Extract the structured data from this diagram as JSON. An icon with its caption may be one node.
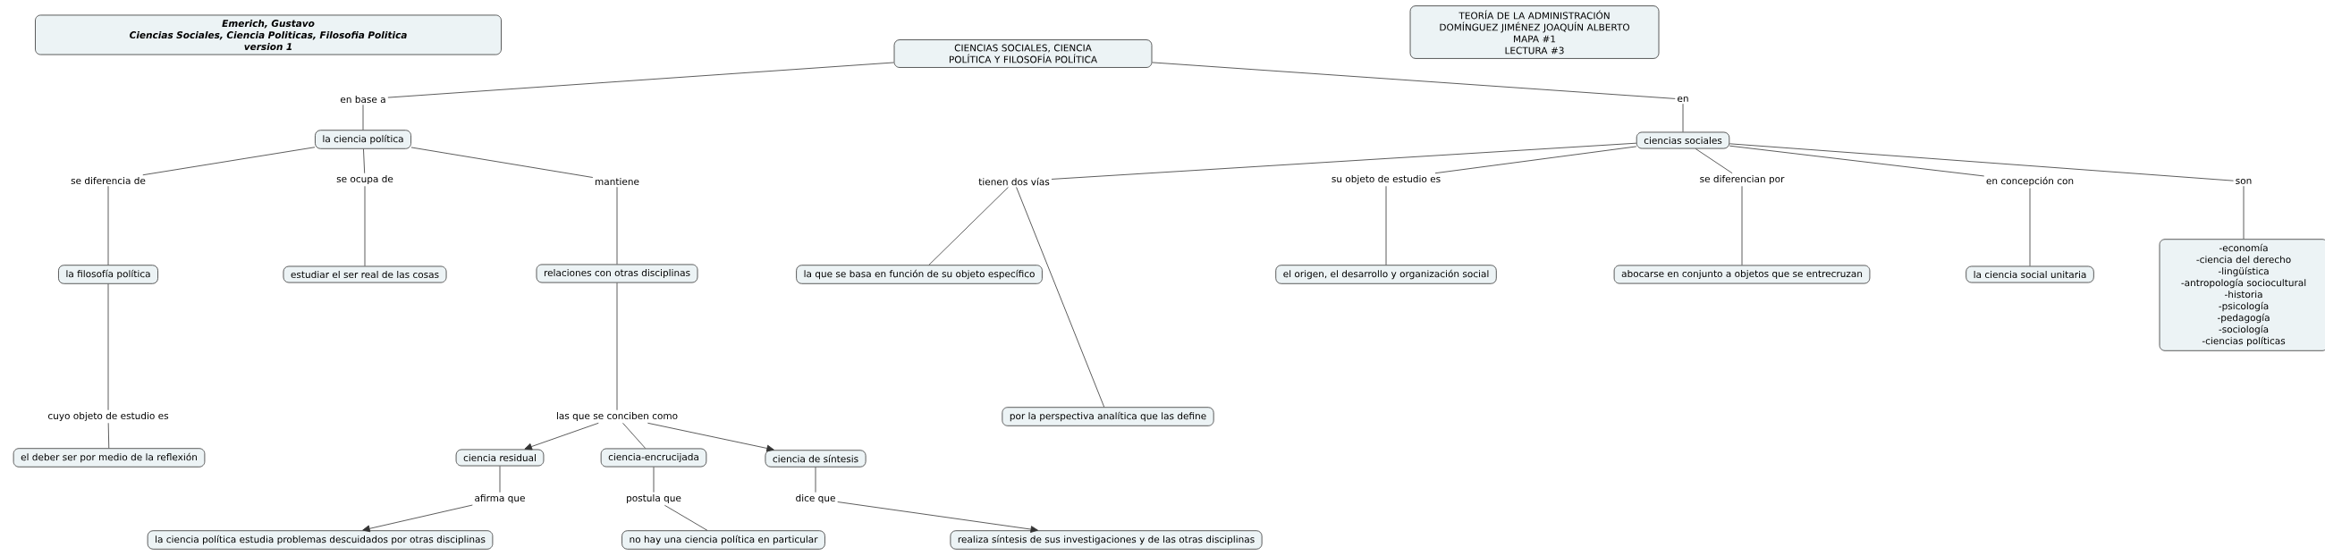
{
  "diagram": {
    "nodes": [
      {
        "text": [
          "Emerich, Gustavo",
          "Ciencias Sociales, Ciencia Politicas, Filosofia Politica",
          "version 1"
        ]
      },
      {
        "text": [
          "CIENCIAS SOCIALES, CIENCIA POLÍTICA Y FILOSOFÍA POLÍTICA"
        ]
      },
      {
        "text": [
          "TEORÍA DE LA ADMINISTRACIÓN",
          "DOMÍNGUEZ JIMÉNEZ JOAQUÍN ALBERTO",
          "MAPA #1",
          "LECTURA #3"
        ]
      },
      {
        "text": [
          "en base a"
        ]
      },
      {
        "text": [
          "la ciencia política"
        ]
      },
      {
        "text": [
          "se diferencia de"
        ]
      },
      {
        "text": [
          "se ocupa de"
        ]
      },
      {
        "text": [
          "mantiene"
        ]
      },
      {
        "text": [
          "la filosofía política"
        ]
      },
      {
        "text": [
          "estudiar el ser real de las cosas"
        ]
      },
      {
        "text": [
          "relaciones con otras disciplinas"
        ]
      },
      {
        "text": [
          "cuyo objeto de estudio es"
        ]
      },
      {
        "text": [
          "el deber ser por medio de la reflexión"
        ]
      },
      {
        "text": [
          "las que se conciben como"
        ]
      },
      {
        "text": [
          "ciencia residual"
        ]
      },
      {
        "text": [
          "ciencia-encrucijada"
        ]
      },
      {
        "text": [
          "ciencia de síntesis"
        ]
      },
      {
        "text": [
          "afirma que"
        ]
      },
      {
        "text": [
          "postula que"
        ]
      },
      {
        "text": [
          "dice que"
        ]
      },
      {
        "text": [
          "la ciencia política estudia problemas descuidados por otras disciplinas"
        ]
      },
      {
        "text": [
          "no hay una ciencia política en particular"
        ]
      },
      {
        "text": [
          "realiza síntesis de sus investigaciones y de las otras disciplinas"
        ]
      },
      {
        "text": [
          "en"
        ]
      },
      {
        "text": [
          "ciencias sociales"
        ]
      },
      {
        "text": [
          "tienen dos vías"
        ]
      },
      {
        "text": [
          "su objeto de estudio es"
        ]
      },
      {
        "text": [
          "se diferencian por"
        ]
      },
      {
        "text": [
          "en concepción con"
        ]
      },
      {
        "text": [
          "son"
        ]
      },
      {
        "text": [
          "la que se basa en función de su objeto específico"
        ]
      },
      {
        "text": [
          "por la perspectiva analítica que las define"
        ]
      },
      {
        "text": [
          "el origen, el desarrollo y organización social"
        ]
      },
      {
        "text": [
          "abocarse en conjunto a objetos que se entrecruzan"
        ]
      },
      {
        "text": [
          "la ciencia social unitaria"
        ]
      },
      {
        "text": [
          "-economía",
          "-ciencia del derecho",
          "-lingüística",
          "-antropología sociocultural",
          "-historia",
          "-psicología",
          "-pedagogía",
          "-sociología",
          "-ciencias políticas"
        ]
      }
    ],
    "edges": [
      {
        "from": 1,
        "to": 3,
        "arrow": "none"
      },
      {
        "from": 3,
        "to": 4,
        "arrow": "none"
      },
      {
        "from": 4,
        "to": 5,
        "arrow": "none"
      },
      {
        "from": 4,
        "to": 6,
        "arrow": "none"
      },
      {
        "from": 4,
        "to": 7,
        "arrow": "none"
      },
      {
        "from": 5,
        "to": 8,
        "arrow": "none"
      },
      {
        "from": 6,
        "to": 9,
        "arrow": "none"
      },
      {
        "from": 7,
        "to": 10,
        "arrow": "none"
      },
      {
        "from": 8,
        "to": 11,
        "arrow": "none"
      },
      {
        "from": 11,
        "to": 12,
        "arrow": "none"
      },
      {
        "from": 10,
        "to": 13,
        "arrow": "none"
      },
      {
        "from": 13,
        "to": 14,
        "arrow": "to"
      },
      {
        "from": 13,
        "to": 15,
        "arrow": "none"
      },
      {
        "from": 13,
        "to": 16,
        "arrow": "to"
      },
      {
        "from": 14,
        "to": 17,
        "arrow": "none"
      },
      {
        "from": 17,
        "to": 20,
        "arrow": "to"
      },
      {
        "from": 15,
        "to": 18,
        "arrow": "none"
      },
      {
        "from": 18,
        "to": 21,
        "arrow": "none"
      },
      {
        "from": 16,
        "to": 19,
        "arrow": "none"
      },
      {
        "from": 19,
        "to": 22,
        "arrow": "to"
      },
      {
        "from": 1,
        "to": 23,
        "arrow": "none"
      },
      {
        "from": 23,
        "to": 24,
        "arrow": "none"
      },
      {
        "from": 24,
        "to": 25,
        "arrow": "none"
      },
      {
        "from": 24,
        "to": 26,
        "arrow": "none"
      },
      {
        "from": 24,
        "to": 27,
        "arrow": "none"
      },
      {
        "from": 24,
        "to": 28,
        "arrow": "none"
      },
      {
        "from": 24,
        "to": 29,
        "arrow": "none"
      },
      {
        "from": 25,
        "to": 30,
        "arrow": "none"
      },
      {
        "from": 25,
        "to": 31,
        "arrow": "none"
      },
      {
        "from": 26,
        "to": 32,
        "arrow": "none"
      },
      {
        "from": 27,
        "to": 33,
        "arrow": "none"
      },
      {
        "from": 28,
        "to": 34,
        "arrow": "none"
      },
      {
        "from": 29,
        "to": 35,
        "arrow": "none"
      }
    ]
  }
}
